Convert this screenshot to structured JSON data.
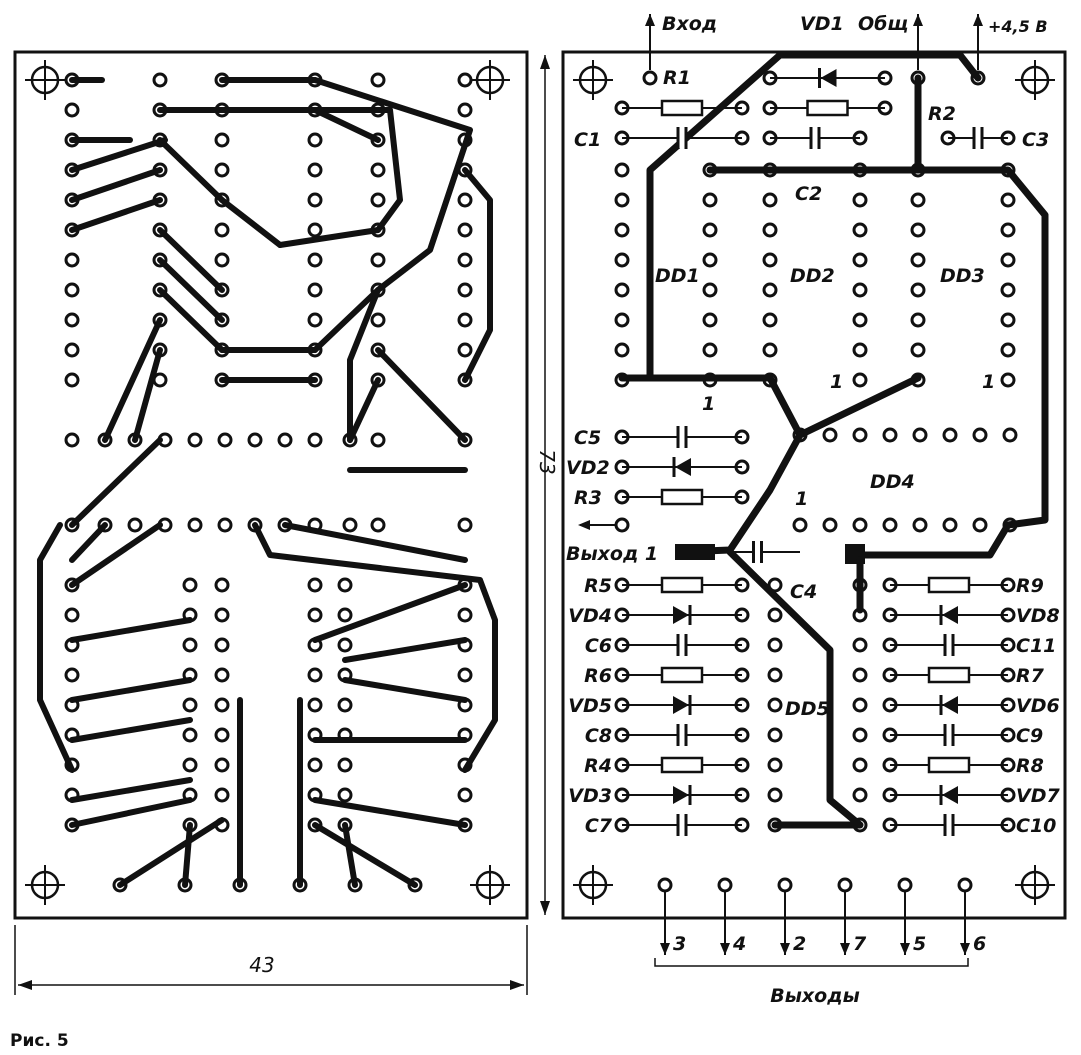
{
  "figure_caption": "Рис. 5",
  "dimensions": {
    "width": "43",
    "height": "73"
  },
  "top_terminals": {
    "input": "Вход",
    "common": "Общ",
    "power": "+4,5 В",
    "vd1": "VD1"
  },
  "components_top": [
    "R1",
    "C1",
    "R2",
    "C2",
    "C3"
  ],
  "chips": [
    "DD1",
    "DD2",
    "DD3",
    "DD4",
    "DD5"
  ],
  "pin1_marks": [
    "1",
    "1",
    "1",
    "1"
  ],
  "middle_left": [
    "C5",
    "VD2",
    "R3"
  ],
  "output1": "Выход 1",
  "c4": "C4",
  "lower_left": [
    "R5",
    "VD4",
    "C6",
    "R6",
    "VD5",
    "C8",
    "R4",
    "VD3",
    "C7"
  ],
  "lower_right": [
    "R9",
    "VD8",
    "C11",
    "R7",
    "VD6",
    "C9",
    "R8",
    "VD7",
    "C10"
  ],
  "outputs": [
    "3",
    "4",
    "2",
    "7",
    "5",
    "6"
  ],
  "outputs_label": "Выходы"
}
